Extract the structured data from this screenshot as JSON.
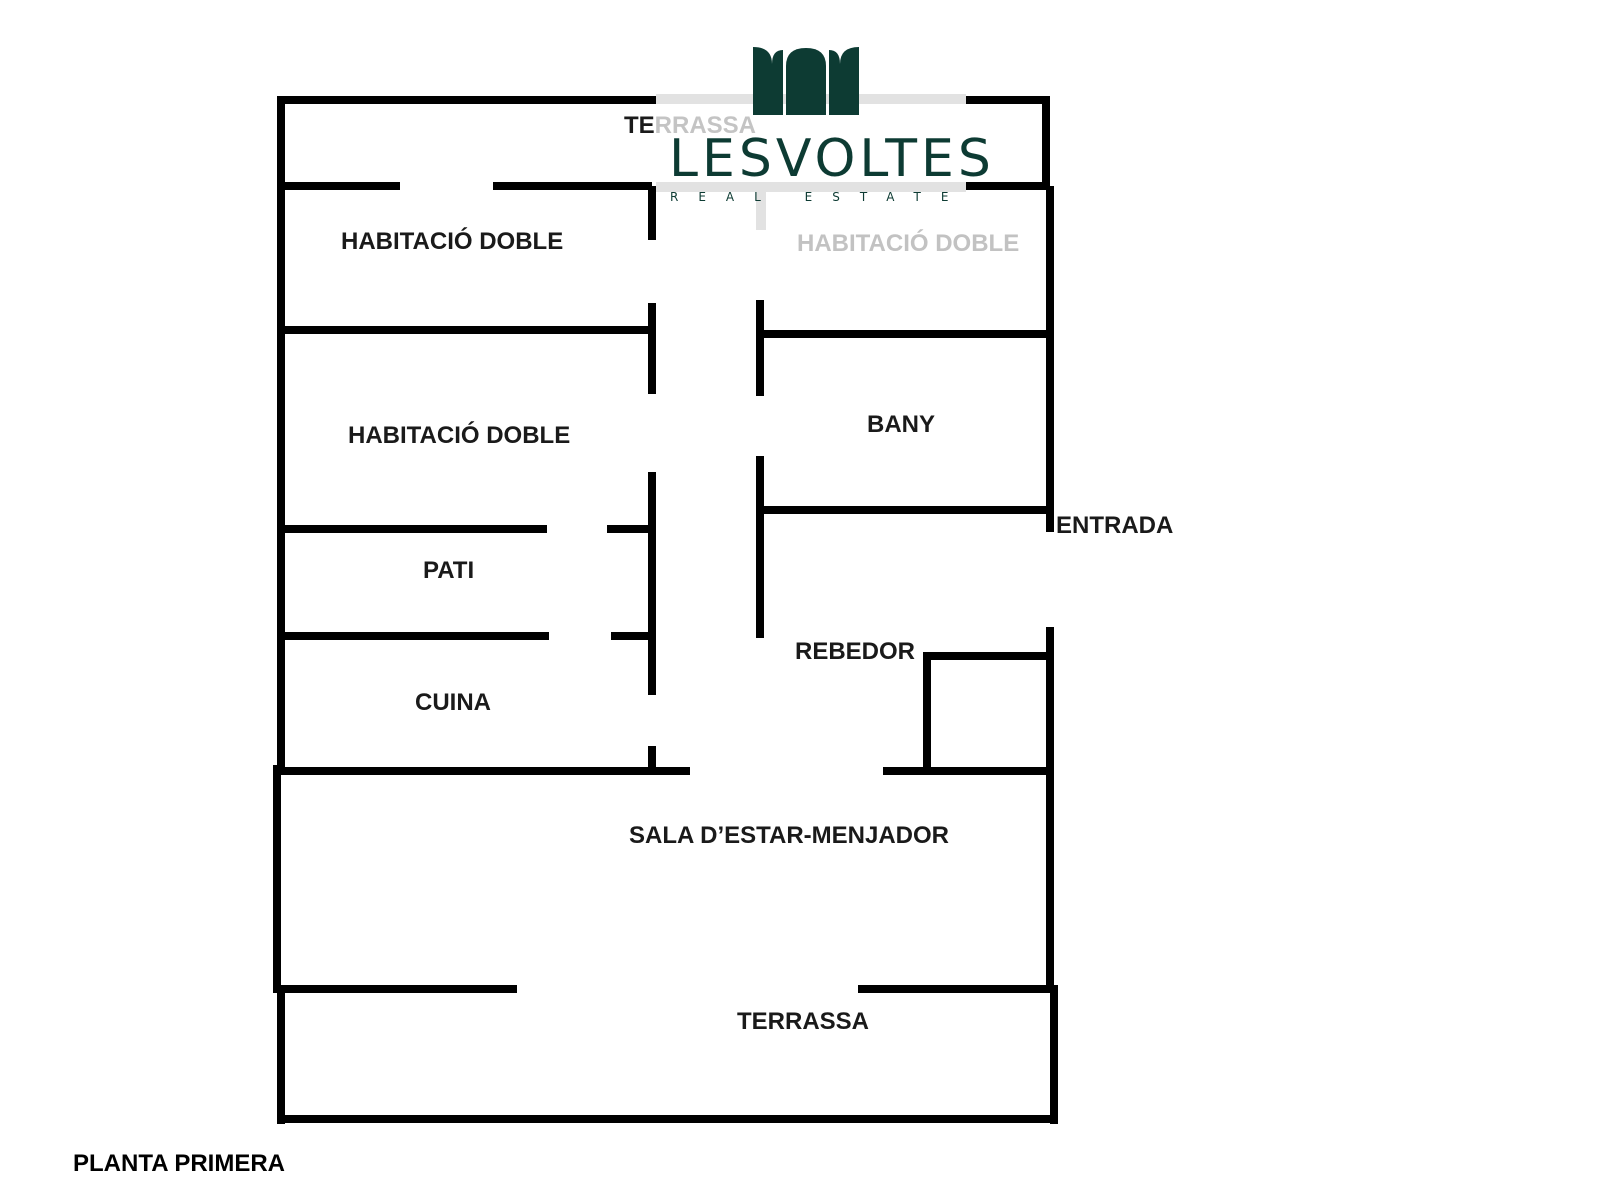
{
  "plan": {
    "caption": "PLANTA PRIMERA",
    "rooms": {
      "terrace_top_prefix": "TE",
      "terrace_top_rest": "RRASSA",
      "bedroom_top_left": "HABITACIÓ DOBLE",
      "bedroom_top_right": "HABITACIÓ DOBLE",
      "bedroom_mid_left": "HABITACIÓ DOBLE",
      "bathroom": "BANY",
      "entrance": "ENTRADA",
      "patio": "PATI",
      "hall": "REBEDOR",
      "kitchen": "CUINA",
      "living_dining": "SALA D’ESTAR-MENJADOR",
      "terrace_bottom": "TERRASSA"
    }
  },
  "logo": {
    "name": "LESVOLTES",
    "tagline": "REAL ESTATE",
    "color": "#0d3b33"
  }
}
